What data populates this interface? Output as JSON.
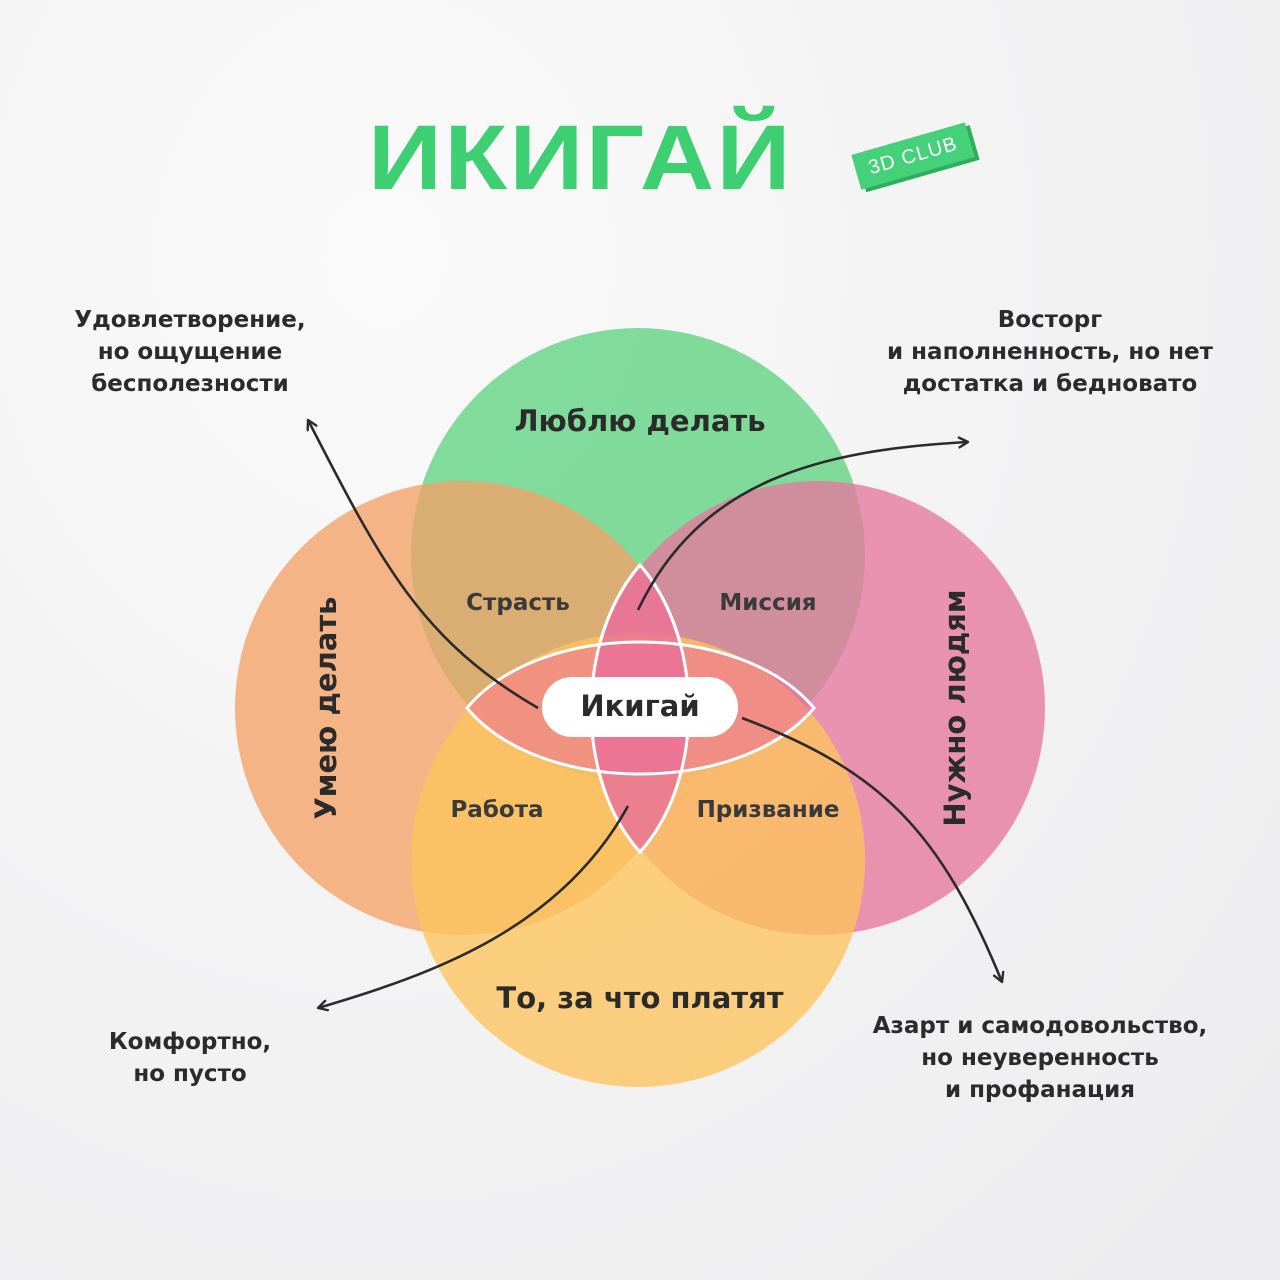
{
  "title": "ИКИГАЙ",
  "badge": "3D CLUB",
  "circles": {
    "top": "Люблю делать",
    "left": "Умею делать",
    "right": "Нужно людям",
    "bottom": "То, за что платят"
  },
  "overlaps": {
    "top_left": "Страсть",
    "top_right": "Миссия",
    "bottom_left": "Работа",
    "bottom_right": "Призвание"
  },
  "center": "Икигай",
  "notes": {
    "top_left": "Удовлетворение,\nно ощущение\nбесполезности",
    "top_right": "Восторг\nи наполненность, но нет\nдостатка и бедновато",
    "bottom_left": "Комфортно,\nно пусто",
    "bottom_right": "Азарт и самодовольство,\nно неуверенность\nи профанация"
  },
  "colors": {
    "title": "#3fcf73",
    "circle_top": "#5fd382",
    "circle_left": "#f3a266",
    "circle_right": "#e7779c",
    "circle_bottom": "#fcc45c"
  }
}
